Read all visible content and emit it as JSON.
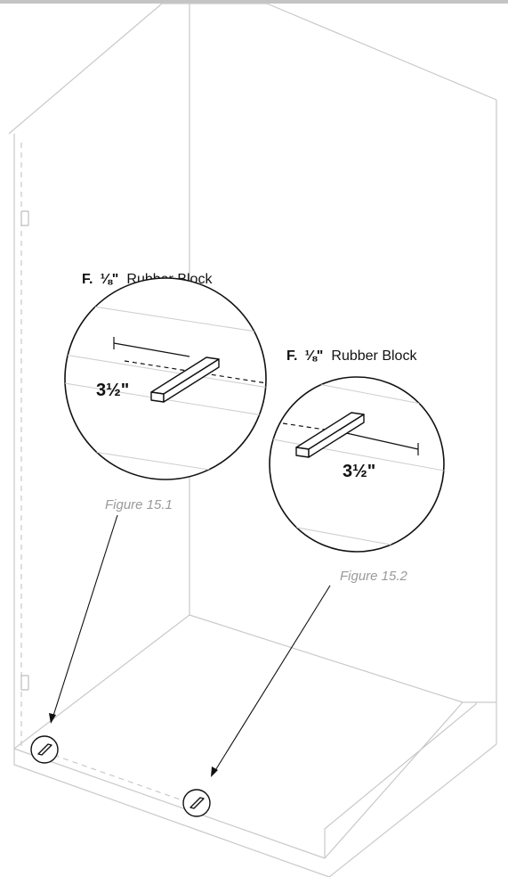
{
  "callouts": [
    {
      "prefix": "F.",
      "fraction": "⅛\"",
      "name": "Rubber Block",
      "dimension": "3½\"",
      "caption": "Figure 15.1"
    },
    {
      "prefix": "F.",
      "fraction": "⅛\"",
      "name": "Rubber Block",
      "dimension": "3½\"",
      "caption": "Figure 15.2"
    }
  ]
}
